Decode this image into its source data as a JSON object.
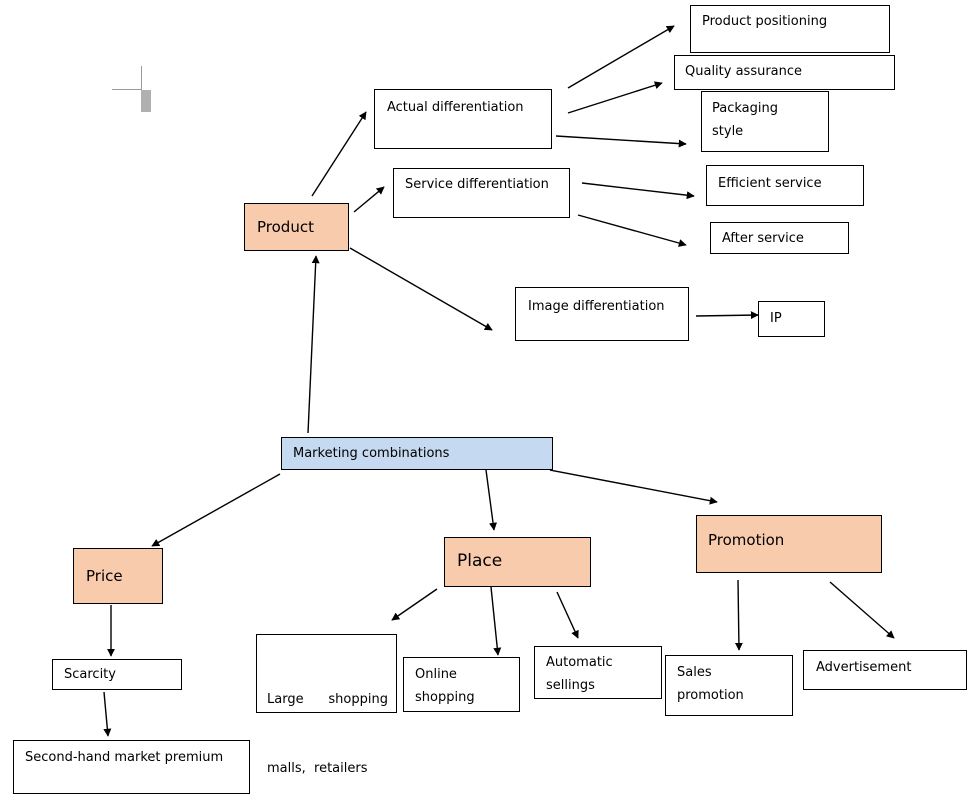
{
  "nodes": {
    "marketing": "Marketing combinations",
    "product": "Product",
    "price": "Price",
    "place": "Place",
    "promotion": "Promotion",
    "actual_diff": "Actual differentiation",
    "service_diff": "Service differentiation",
    "image_diff": "Image differentiation",
    "product_positioning": "Product positioning",
    "quality_assurance": "Quality assurance",
    "packaging_line1": "Packaging",
    "packaging_line2": "style",
    "efficient_service": "Efficient service",
    "after_service": "After service",
    "ip": "IP",
    "scarcity": "Scarcity",
    "second_hand": "Second-hand market premium",
    "large_shopping_line1": "Large      shopping",
    "large_shopping_line2": "malls,  retailers",
    "online_line1": "Online",
    "online_line2": "shopping",
    "automatic_line1": "Automatic",
    "automatic_line2": "sellings",
    "sales_line1": "Sales",
    "sales_line2": "promotion",
    "advertisement": "Advertisement"
  },
  "colors": {
    "peach": "#f8cbad",
    "blue": "#c5d9f1",
    "stroke": "#000000"
  }
}
